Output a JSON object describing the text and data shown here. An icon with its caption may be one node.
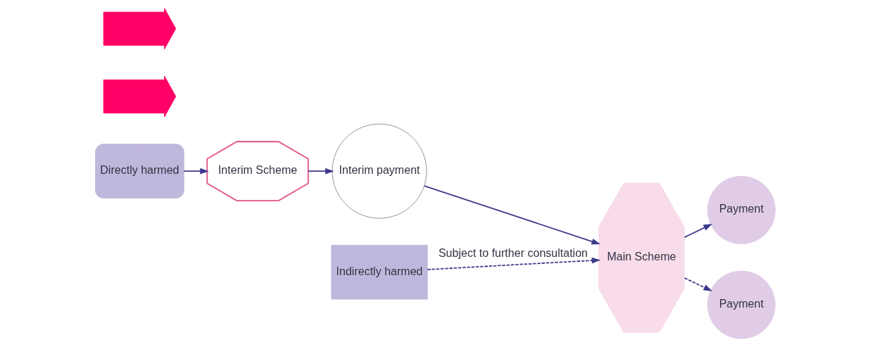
{
  "diagram": {
    "nodes": [
      {
        "text": [
          "Directly harmed"
        ]
      },
      {
        "text": [
          "Interim Scheme"
        ]
      },
      {
        "text": [
          "Interim payment"
        ]
      },
      {
        "text": [
          "Main Scheme"
        ]
      },
      {
        "text": [
          "Payment"
        ]
      },
      {
        "text": [
          "Indirectly harmed"
        ]
      },
      {
        "text": [
          "Payment"
        ]
      },
      {
        "text": [],
        "shape": "arrow"
      },
      {
        "text": [],
        "shape": "arrow"
      }
    ],
    "edges": [
      {
        "from": 0,
        "to": 1,
        "arrow": "to"
      },
      {
        "from": 1,
        "to": 2,
        "arrow": "to"
      },
      {
        "from": 2,
        "to": 3,
        "arrow": "to"
      },
      {
        "from": 3,
        "to": 4,
        "arrow": "to"
      },
      {
        "from": 5,
        "to": 3,
        "arrow": "to",
        "style": "dashed",
        "label": "Subject to further consultation"
      },
      {
        "from": 3,
        "to": 6,
        "arrow": "to",
        "style": "dashed"
      }
    ]
  }
}
